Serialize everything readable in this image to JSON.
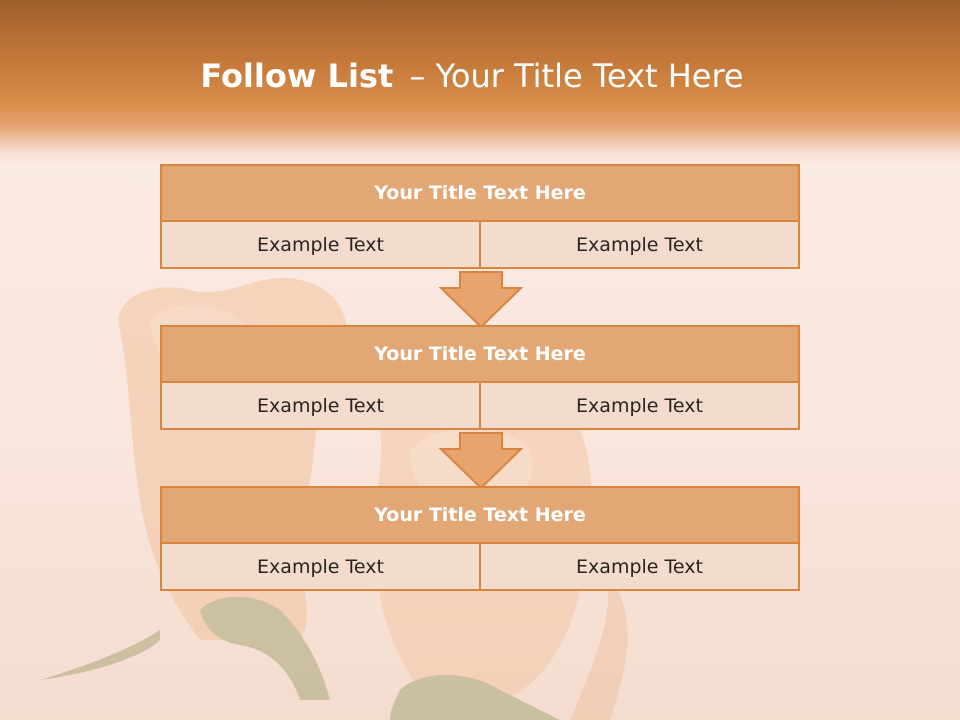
{
  "slide": {
    "title_bold": "Follow List",
    "title_dash": "–",
    "title_rest": "Your Title Text Here"
  },
  "blocks": [
    {
      "title": "Your Title Text Here",
      "cells": [
        "Example Text",
        "Example Text"
      ]
    },
    {
      "title": "Your Title Text Here",
      "cells": [
        "Example Text",
        "Example Text"
      ]
    },
    {
      "title": "Your Title Text Here",
      "cells": [
        "Example Text",
        "Example Text"
      ]
    }
  ],
  "colors": {
    "header": "#d88c48",
    "block_title_fill": "#e3a675",
    "block_cell_fill": "#f3dbcd",
    "border": "#d9843f",
    "arrow_fill": "#e8a46e"
  },
  "background_image": "faded orange roses"
}
